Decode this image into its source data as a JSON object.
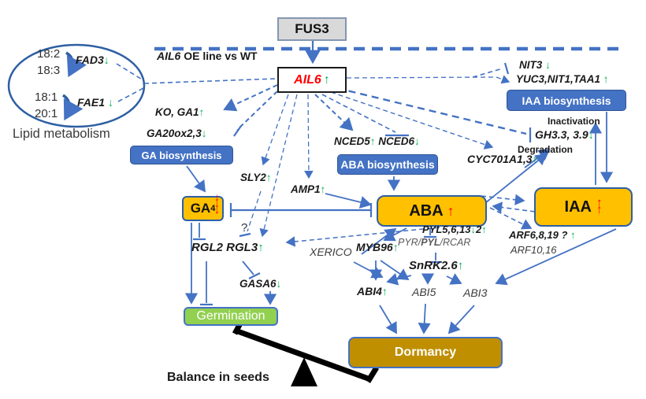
{
  "colors": {
    "accent_blue": "#4472C4",
    "box_orange": "#FFC000",
    "box_gray": "#D9D9D9",
    "germination_green": "#92D050",
    "dormancy_gold": "#BF8F00",
    "up_green": "#00B050",
    "down_red": "#FF0000"
  },
  "header": {
    "fus3": "FUS3",
    "oe_note_gene": "AIL6",
    "oe_note_rest": " OE line vs WT",
    "ail6": "AIL6",
    "ail6_arrow": "↑"
  },
  "lipid": {
    "caption": "Lipid metabolism",
    "p1_top": "18:2",
    "p1_bottom": "18:3",
    "p1_gene": "FAD3",
    "p1_arrow": "↓",
    "p2_top": "18:1",
    "p2_bottom": "20:1",
    "p2_gene": "FAE1",
    "p2_arrow": "↓"
  },
  "ga": {
    "ko_ga1": "KO, GA1",
    "ko_ga1_arrow": "↑",
    "ga20ox": "GA20ox2,3",
    "ga20ox_arrow": "↓",
    "box": "GA biosynthesis",
    "ga4_text": "GA",
    "ga4_sub": "4",
    "ga4_arrow": "↓",
    "sly2": "SLY2",
    "sly2_arrow": "↑",
    "amp1": "AMP1",
    "amp1_arrow": "↑",
    "question": "?",
    "rgl": "RGL2 RGL3",
    "rgl_arrow": "↑",
    "gasa6": "GASA6",
    "gasa6_arrow": "↓",
    "xerico": "XERICO"
  },
  "aba": {
    "nced5": "NCED5",
    "nced5_arrow": "↑",
    "nced6": "NCED6",
    "nced6_arrow": "↓",
    "box": "ABA biosynthesis",
    "label": "ABA",
    "label_arrow": "↑",
    "myb96": "MYB96",
    "myb96_arrow": "↑",
    "pyl": "PYL5,6,13",
    "pyl_arrow": "↓",
    "pyl2": "2",
    "pyl2_arrow": "↑",
    "pyr_pre": "PYR/",
    "pyr_mid": "PYL",
    "pyr_post": "/RCAR",
    "snrk": "SnRK2.6",
    "snrk_arrow": "↑",
    "abi4": "ABI4",
    "abi4_arrow": "↑",
    "abi5": "ABI5",
    "abi3": "ABI3"
  },
  "iaa": {
    "nit3": "NIT3",
    "nit3_arrow": "↓",
    "yuc": "YUC3,NIT1,TAA1",
    "yuc_arrow": "↑",
    "box": "IAA biosynthesis",
    "inactivation": "Inactivation",
    "gh3": "GH3.3, 3.9",
    "gh3_arrow": "↓",
    "degradation": "Degradation",
    "cyc": "CYC701A1,3",
    "cyc_arrow": "↑",
    "label": "IAA",
    "label_arrow": "↑",
    "arf_main": "ARF6,8,19 ?",
    "arf_main_arrow": "↑",
    "arf_alt": "ARF10,16"
  },
  "outcome": {
    "germination": "Germination",
    "dormancy": "Dormancy",
    "balance": "Balance in seeds"
  }
}
